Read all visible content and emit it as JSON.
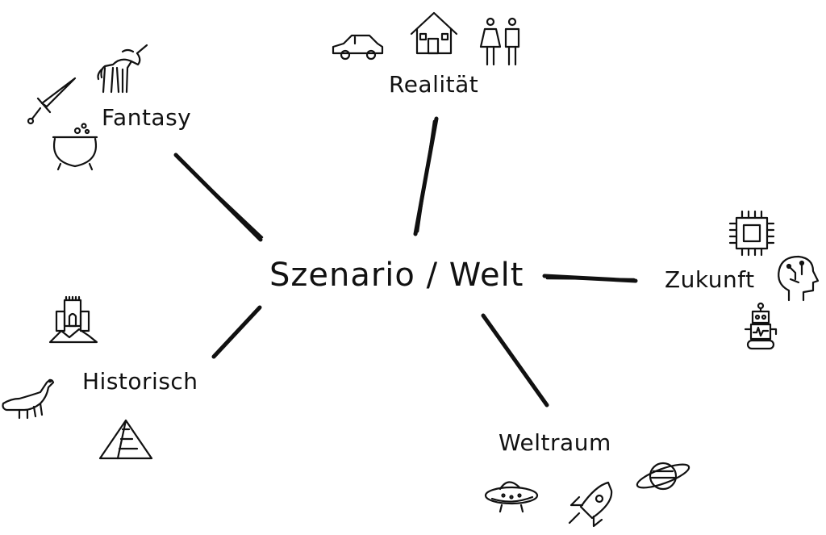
{
  "center": {
    "label": "Szenario / Welt"
  },
  "branches": [
    {
      "id": "fantasy",
      "label": "Fantasy",
      "icons": [
        "sword-icon",
        "unicorn-icon",
        "cauldron-icon"
      ]
    },
    {
      "id": "realitaet",
      "label": "Realität",
      "icons": [
        "car-icon",
        "house-icon",
        "people-icon"
      ]
    },
    {
      "id": "zukunft",
      "label": "Zukunft",
      "icons": [
        "chip-icon",
        "brain-head-icon",
        "robot-icon"
      ]
    },
    {
      "id": "historisch",
      "label": "Historisch",
      "icons": [
        "castle-icon",
        "dinosaur-icon",
        "pyramid-icon"
      ]
    },
    {
      "id": "weltraum",
      "label": "Weltraum",
      "icons": [
        "ufo-icon",
        "rocket-icon",
        "planet-icon"
      ]
    }
  ]
}
